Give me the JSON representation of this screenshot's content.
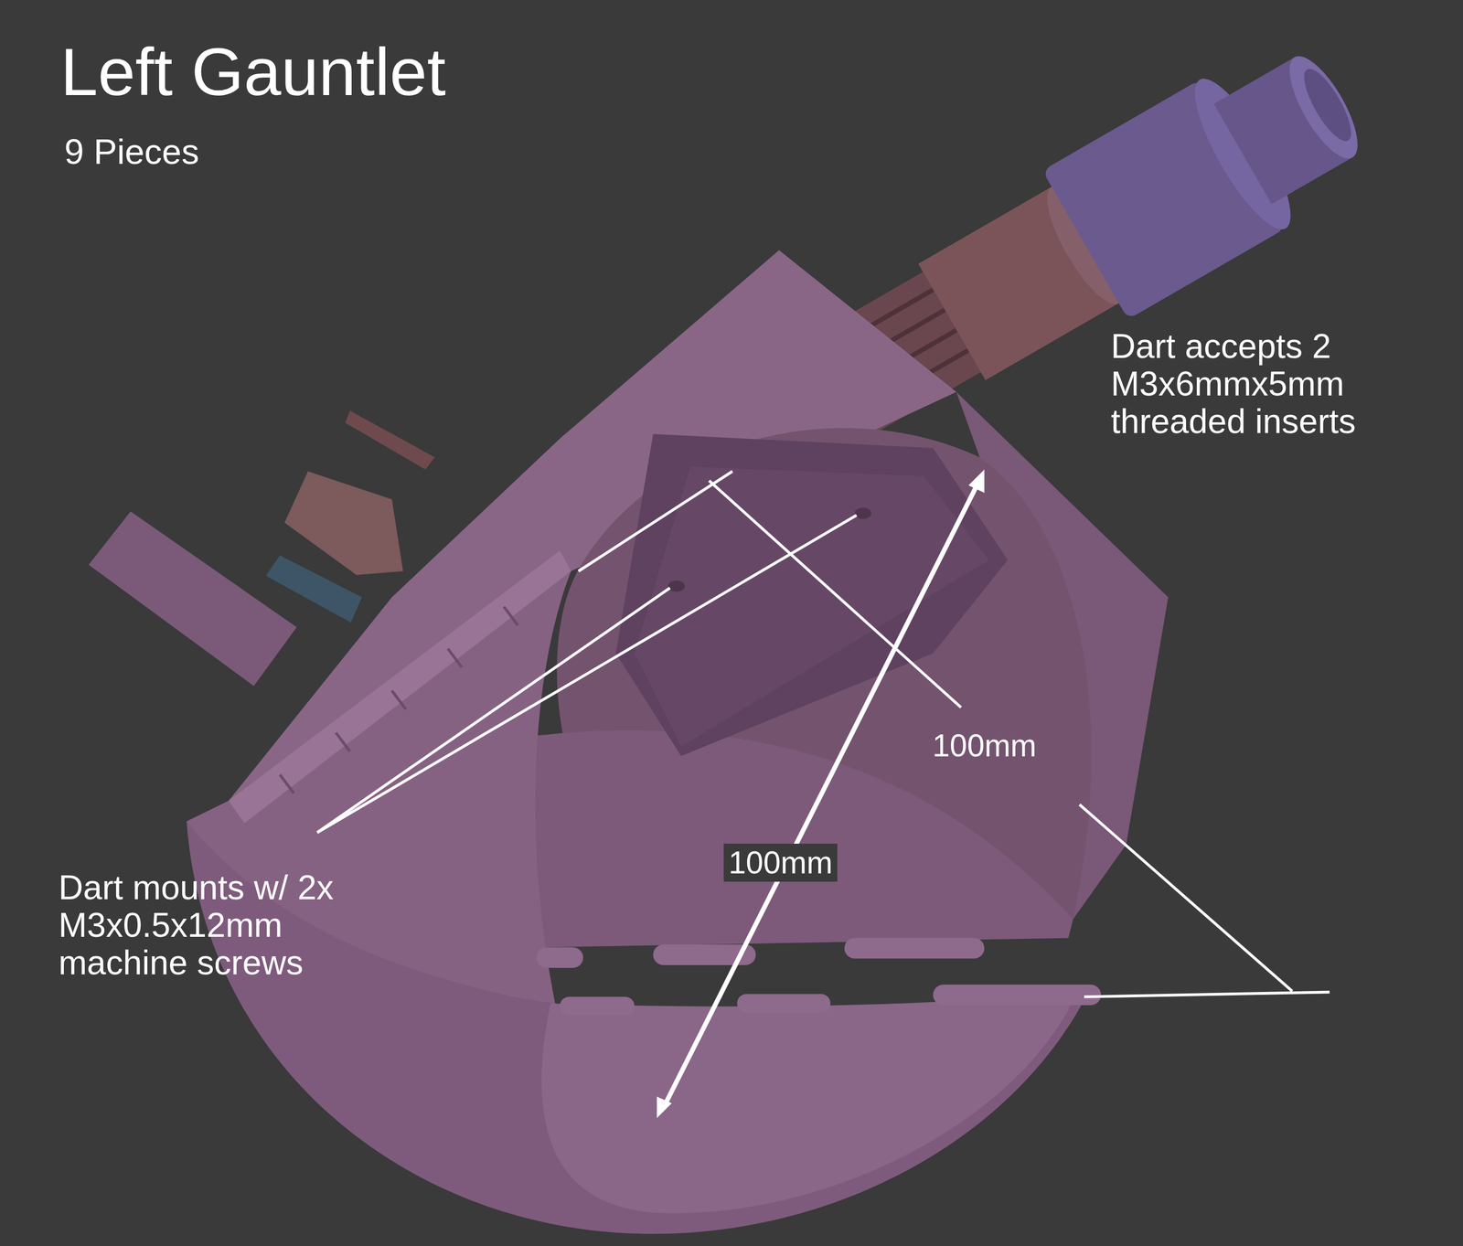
{
  "diagram": {
    "title": "Left Gauntlet",
    "labels": [
      "9 Pieces",
      "Dart accepts 2 M3x6mmx5mm threaded inserts",
      "100mm",
      "100mm",
      "Dart mounts w/ 2x M3x0.5x12mm machine screws"
    ]
  }
}
